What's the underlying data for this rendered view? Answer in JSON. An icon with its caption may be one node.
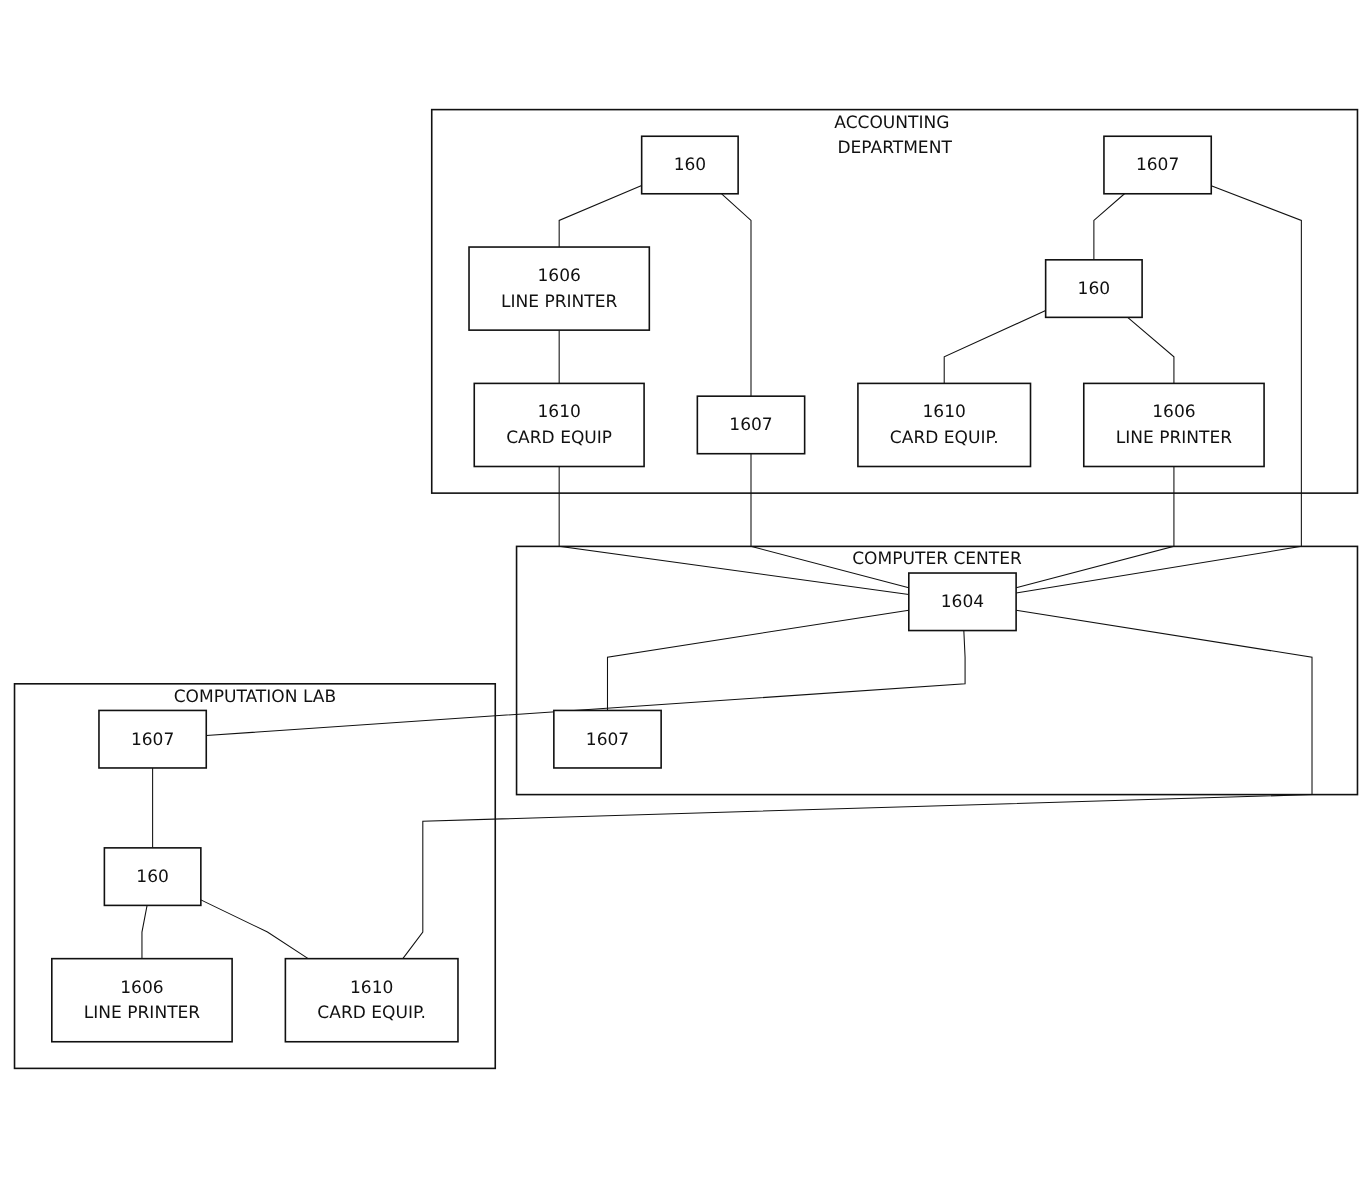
{
  "diagram": {
    "nodes": [
      {
        "text": [
          "ACCOUNTING DEPARTMENT"
        ]
      },
      {
        "text": [
          "160"
        ],
        "in": 0
      },
      {
        "text": [
          "1606",
          "LINE PRINTER"
        ],
        "in": 0
      },
      {
        "text": [
          "1610",
          "CARD EQUIP"
        ],
        "in": 0
      },
      {
        "text": [
          "1607"
        ],
        "in": 0
      },
      {
        "text": [
          "160"
        ],
        "in": 0
      },
      {
        "text": [
          "1610",
          "CARD EQUIP."
        ],
        "in": 0
      },
      {
        "text": [
          "1607"
        ],
        "in": 0
      },
      {
        "text": [
          "1606",
          "LINE PRINTER"
        ],
        "in": 0
      },
      {
        "text": [
          "COMPUTER CENTER"
        ]
      },
      {
        "text": [
          "1604"
        ],
        "in": 9
      },
      {
        "text": [
          "1607"
        ],
        "in": 9
      },
      {
        "text": [
          "COMPUTATION LAB"
        ]
      },
      {
        "text": [
          "1607"
        ],
        "in": 12
      },
      {
        "text": [
          "1606",
          "LINE PRINTER"
        ],
        "in": 12
      },
      {
        "text": [
          "1610",
          "CARD EQUIP."
        ],
        "in": 12
      },
      {
        "text": [
          "160"
        ],
        "in": 12
      }
    ],
    "edges": [
      {
        "from": 1,
        "to": 2,
        "arrow": "none"
      },
      {
        "from": 2,
        "to": 3,
        "arrow": "none"
      },
      {
        "from": 1,
        "to": 4,
        "arrow": "none"
      },
      {
        "from": 5,
        "to": 6,
        "arrow": "none"
      },
      {
        "from": 5,
        "to": 8,
        "arrow": "none"
      },
      {
        "from": 7,
        "to": 5,
        "arrow": "none"
      },
      {
        "from": 4,
        "to": 10,
        "arrow": "none"
      },
      {
        "from": 3,
        "to": 10,
        "arrow": "none"
      },
      {
        "from": 7,
        "to": 10,
        "arrow": "none"
      },
      {
        "from": 8,
        "to": 10,
        "arrow": "none"
      },
      {
        "from": 10,
        "to": 11,
        "arrow": "none"
      },
      {
        "from": 10,
        "to": 13,
        "arrow": "none"
      },
      {
        "from": 10,
        "to": 15,
        "arrow": "none"
      },
      {
        "from": 13,
        "to": 16,
        "arrow": "none"
      },
      {
        "from": 16,
        "to": 14,
        "arrow": "none"
      },
      {
        "from": 16,
        "to": 15,
        "arrow": "none"
      }
    ]
  }
}
